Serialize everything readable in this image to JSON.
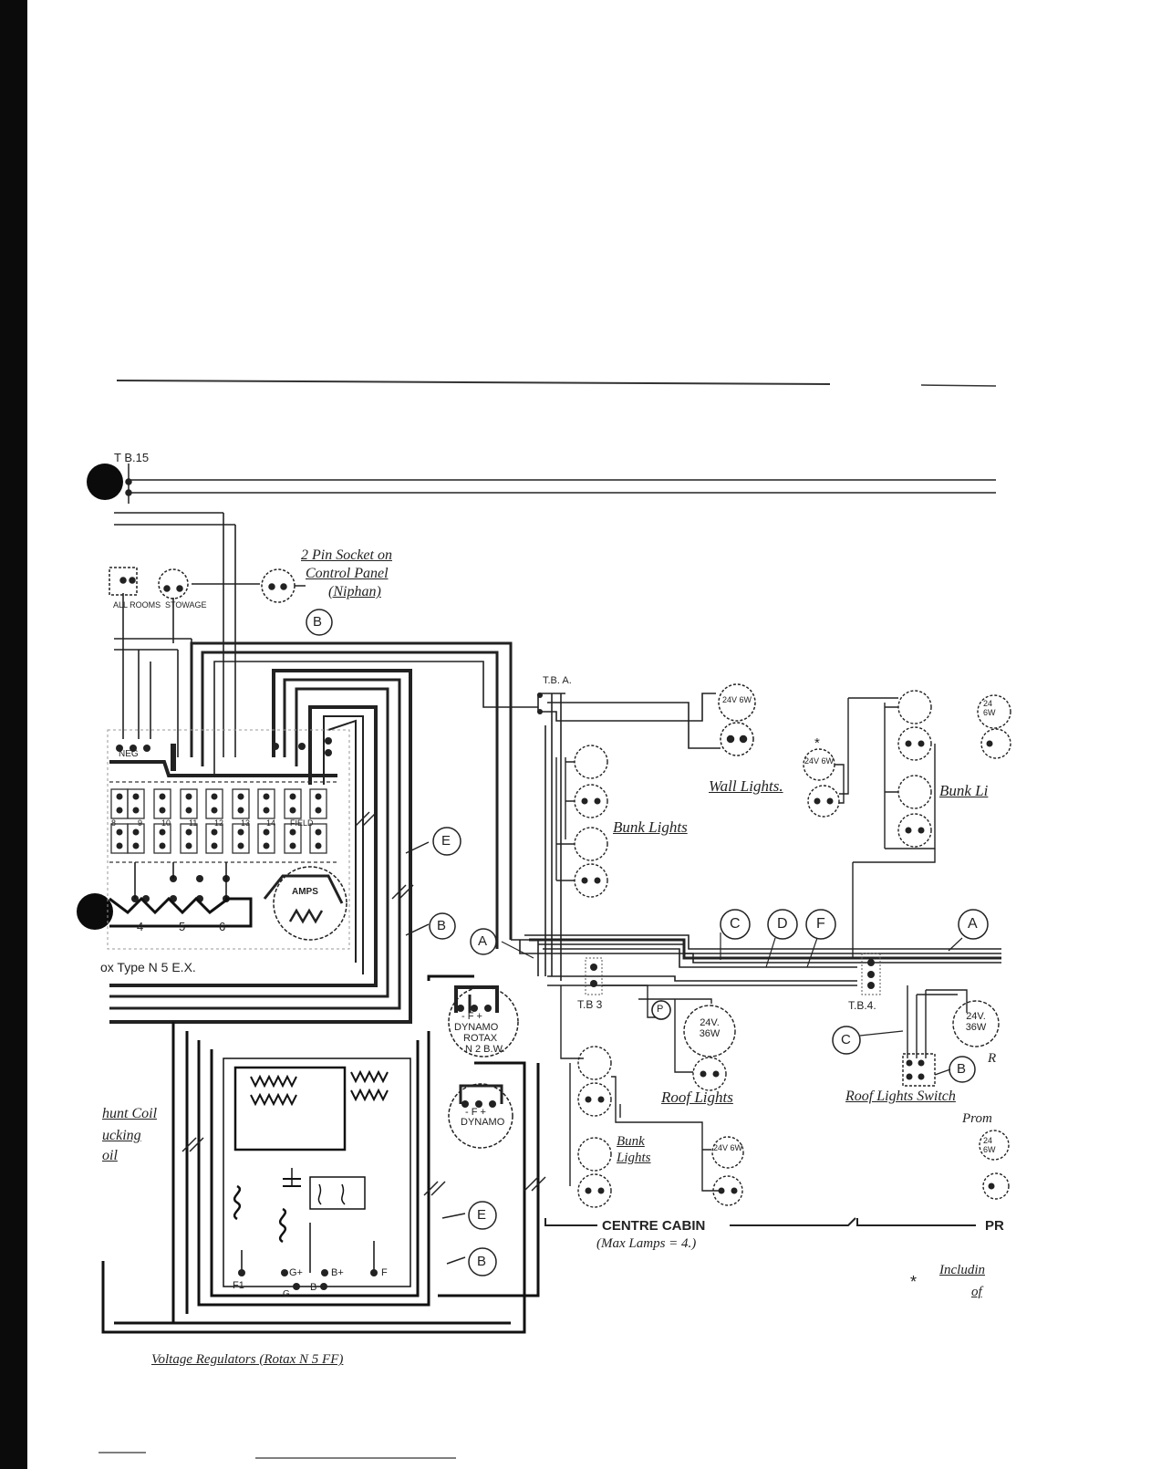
{
  "terminal_boards": {
    "tb15": "T B.15",
    "tba": "T.B. A.",
    "tb3": "T.B 3",
    "tb4": "T.B.4."
  },
  "socket": {
    "line1": "2 Pin Socket on",
    "line2": "Control Panel",
    "line3": "(Niphan)"
  },
  "panel": {
    "rooms": "ALL ROOMS",
    "stowage": "STOWAGE",
    "neg": "NEG",
    "terminal_numbers": [
      "8",
      "9",
      "10",
      "11",
      "12",
      "13",
      "14",
      "FIELD"
    ],
    "fuse_numbers": [
      "4",
      "5",
      "6"
    ],
    "amps": "AMPS",
    "box_type": "ox Type N 5 E.X."
  },
  "circle_markers": {
    "b_socket": "B",
    "e_upper": "E",
    "b_upper": "B",
    "a_left": "A",
    "c": "C",
    "d": "D",
    "f": "F",
    "a_right": "A",
    "c_lower": "C",
    "b_switch": "B",
    "e_lower": "E",
    "b_lower": "B",
    "p": "P"
  },
  "lamps": {
    "lamp_24v_6w": "24V 6W",
    "lamp_24v_36w": "24V. 36W",
    "lamp_24v_36w_right": "24V. 36W",
    "lamp_24_6w_partial": "24 6W",
    "star": "*"
  },
  "labels": {
    "wall_lights": "Wall Lights.",
    "bunk_lights_1": "Bunk Lights",
    "bunk_lights_right": "Bunk Li",
    "roof_lights": "Roof Lights",
    "roof_lights_switch": "Roof Lights Switch",
    "bunk_lights_lower_1": "Bunk",
    "bunk_lights_lower_2": "Lights",
    "prom": "Prom",
    "r_partial": "R",
    "shunt_1": "hunt Coil",
    "shunt_2": "ucking",
    "shunt_3": "oil",
    "voltage_regulators": "Voltage Regulators (Rotax N 5 FF)"
  },
  "dynamo": {
    "terminals": "- F +",
    "name": "DYNAMO",
    "model_1": "ROTAX",
    "model_2": "N 2 B.W.",
    "terminals_2": "- F +",
    "name_2": "DYNAMO"
  },
  "regulator_terminals": [
    "F1",
    "G+",
    "B+",
    "F",
    "G",
    "B"
  ],
  "cabin": {
    "title": "CENTRE CABIN",
    "subtitle": "(Max Lamps = 4.)",
    "next": "PR"
  },
  "footnote": {
    "star": "*",
    "line1": "Includin",
    "line2": "of"
  }
}
